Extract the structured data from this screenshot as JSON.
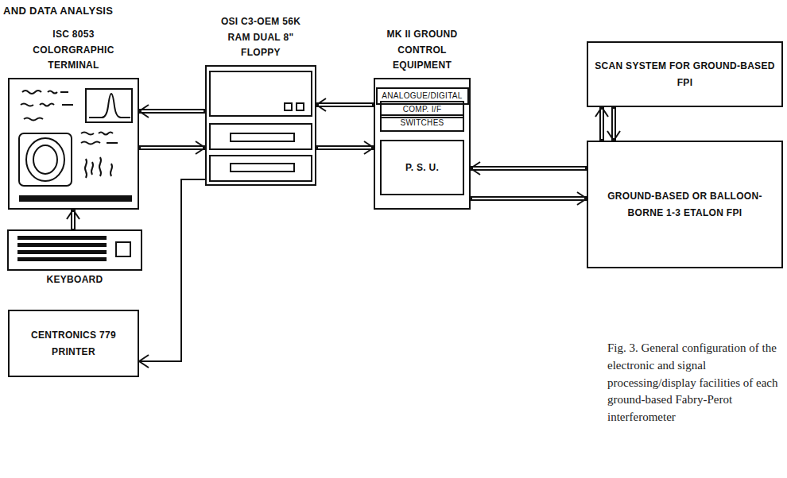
{
  "diagram": {
    "caption": "Fig. 3. General configuration of the electronic and signal processing/display facilities of each ground-based Fabry-Perot interferometer",
    "nodes": [
      {
        "text": [
          "ISC 8053 COLORGRAPHIC TERMINAL"
        ]
      },
      {
        "text": [
          "OSI C3-OEM 56K RAM DUAL 8\" FLOPPY"
        ]
      },
      {
        "text": [
          "MK II GROUND CONTROL EQUIPMENT"
        ]
      },
      {
        "text": [
          "ANALOGUE/DIGITAL"
        ],
        "in": 2
      },
      {
        "text": [
          "COMP. I/F"
        ],
        "in": 2
      },
      {
        "text": [
          "SWITCHES"
        ],
        "in": 2
      },
      {
        "text": [
          "P. S. U."
        ],
        "in": 2
      },
      {
        "text": [
          "SCAN SYSTEM FOR GROUND-BASED FPI"
        ]
      },
      {
        "text": [
          "GROUND-BASED OR BALLOON-BORNE 1-3 ETALON FPI"
        ]
      },
      {
        "text": [
          "KEYBOARD"
        ]
      },
      {
        "text": [
          "CENTRONICS 779 PRINTER"
        ]
      }
    ],
    "edges": [
      {
        "from": 1,
        "to": 0,
        "arrow": "to"
      },
      {
        "from": 0,
        "to": 1,
        "arrow": "to"
      },
      {
        "from": 2,
        "to": 1,
        "arrow": "to"
      },
      {
        "from": 1,
        "to": 2,
        "arrow": "to"
      },
      {
        "from": 8,
        "to": 2,
        "arrow": "to"
      },
      {
        "from": 2,
        "to": 8,
        "arrow": "to"
      },
      {
        "from": 8,
        "to": 7,
        "arrow": "to"
      },
      {
        "from": 7,
        "to": 8,
        "arrow": "to"
      },
      {
        "from": 9,
        "to": 0,
        "arrow": "to"
      },
      {
        "from": 1,
        "to": 10,
        "arrow": "to"
      }
    ],
    "labels": [
      "AND DATA ANALYSIS"
    ]
  }
}
